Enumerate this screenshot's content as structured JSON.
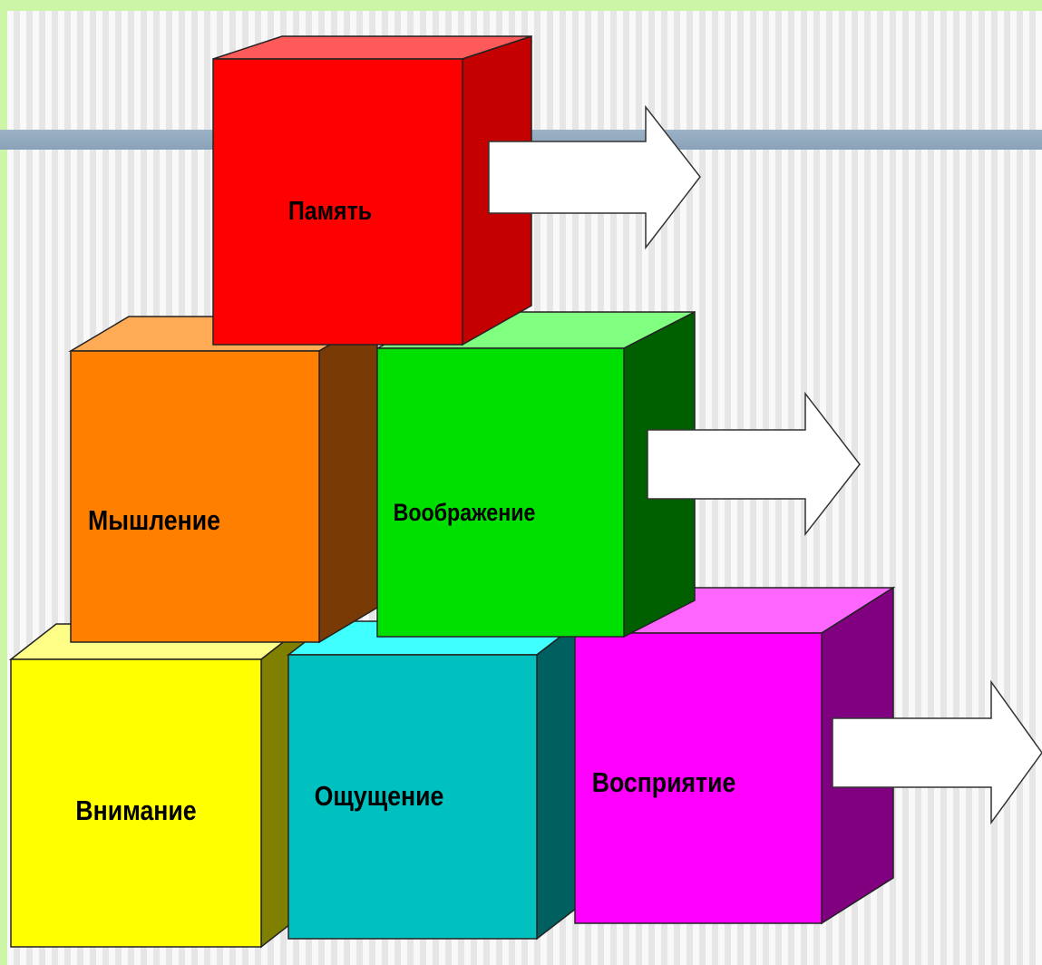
{
  "diagram": {
    "cubes": {
      "pamyat": {
        "label": "Память",
        "front": "#ff0000",
        "top": "#ff5a5a",
        "side": "#c40000"
      },
      "myshlenie": {
        "label": "Мышление",
        "front": "#ff8000",
        "top": "#ffaa55",
        "side": "#7a3a06"
      },
      "voobrazhenie": {
        "label": "Воображение",
        "front": "#00e000",
        "top": "#80ff80",
        "side": "#006000"
      },
      "vnimanie": {
        "label": "Внимание",
        "front": "#ffff00",
        "top": "#ffff88",
        "side": "#808000"
      },
      "oshchushchenie": {
        "label": "Ощущение",
        "front": "#00c0c0",
        "top": "#40ffff",
        "side": "#006060"
      },
      "vospriyatie": {
        "label": "Восприятие",
        "front": "#ff00ff",
        "top": "#ff66ff",
        "side": "#800080"
      }
    },
    "arrow_color": "#ffffff"
  }
}
